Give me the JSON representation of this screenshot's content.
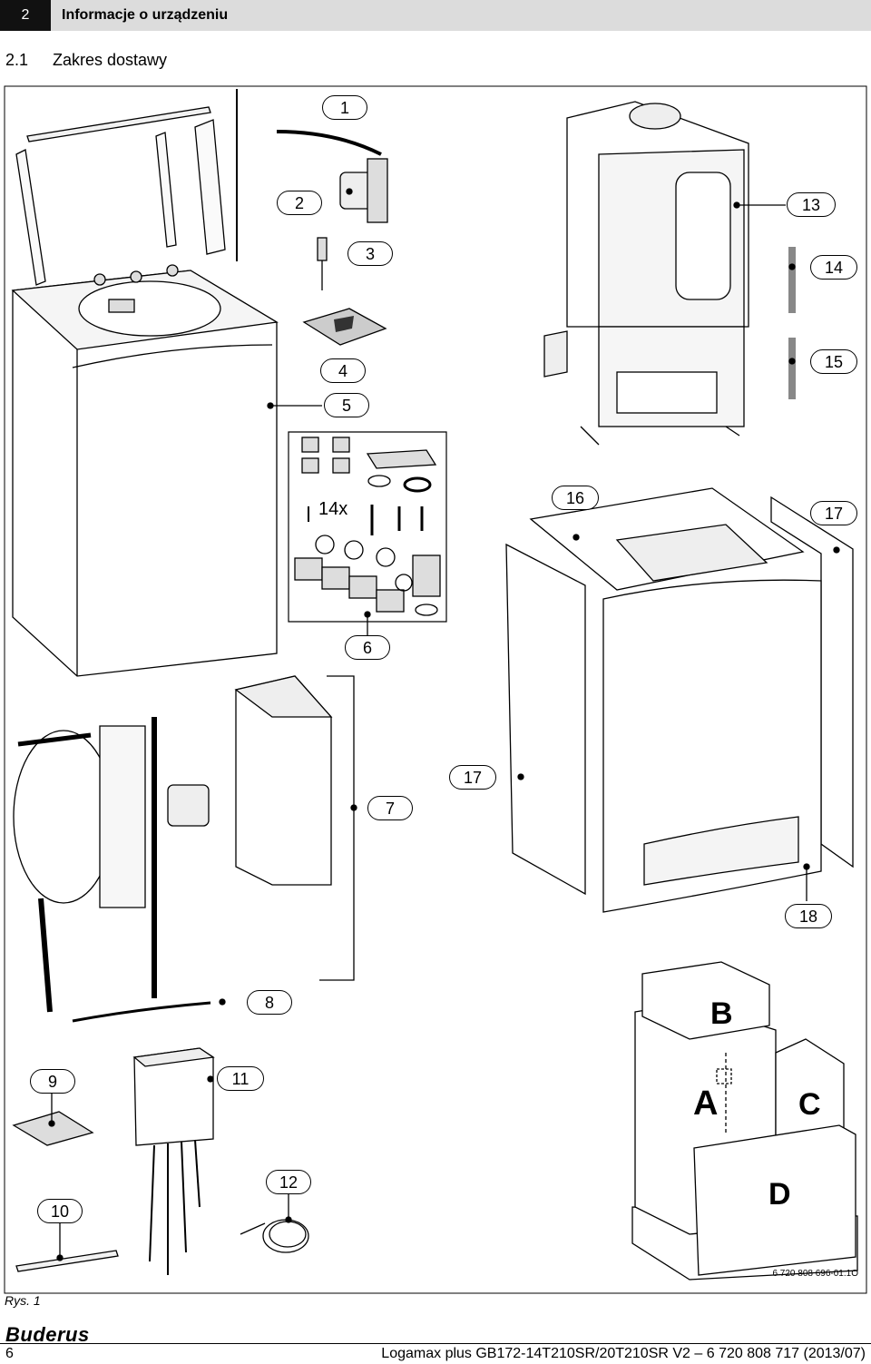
{
  "header": {
    "chapter_number": "2",
    "chapter_title": "Informacje o urządzeniu"
  },
  "section": {
    "number": "2.1",
    "title": "Zakres dostawy"
  },
  "callouts": {
    "c1": "1",
    "c2": "2",
    "c3": "3",
    "c4": "4",
    "c5": "5",
    "c6": "6",
    "c7": "7",
    "c8": "8",
    "c9": "9",
    "c10": "10",
    "c11": "11",
    "c12": "12",
    "c13": "13",
    "c14": "14",
    "c15": "15",
    "c16": "16",
    "c17a": "17",
    "c17b": "17",
    "c18": "18"
  },
  "screw_count": "14x",
  "packages": {
    "a": "A",
    "b": "B",
    "c": "C",
    "d": "D"
  },
  "figure": {
    "caption": "Rys. 1",
    "code": "6 720 808 696-01.1O"
  },
  "footer": {
    "brand": "Buderus",
    "page_number": "6",
    "document": "Logamax plus GB172-14T210SR/20T210SR V2 – 6 720 808 717 (2013/07)"
  }
}
